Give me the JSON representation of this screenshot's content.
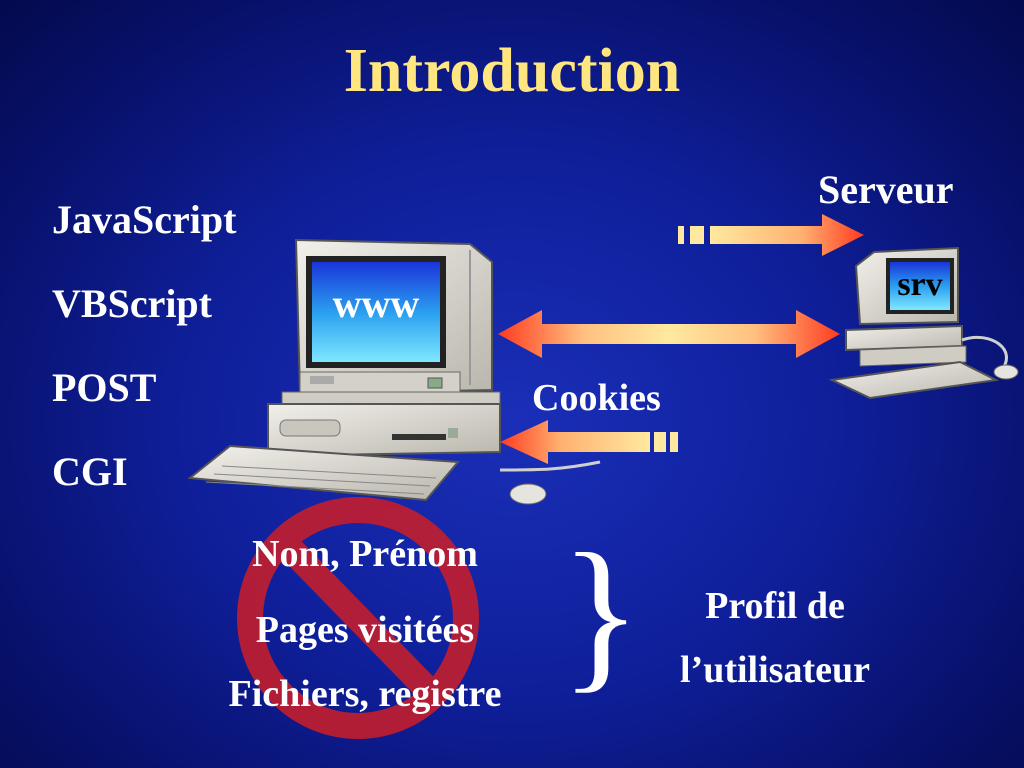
{
  "slide": {
    "title": "Introduction",
    "technologies": [
      "JavaScript",
      "VBScript",
      "POST",
      "CGI"
    ],
    "server_label": "Serveur",
    "server_screen_text": "srv",
    "client_screen_text": "www",
    "cookies_label": "Cookies",
    "data_items": [
      "Nom, Prénom",
      "Pages visitées",
      "Fichiers, registre"
    ],
    "profile_line1": "Profil de",
    "profile_line2": "l’utilisateur",
    "brace": "}"
  },
  "colors": {
    "title": "#ffe680",
    "text": "#ffffff",
    "prohibition": "#cc1f2b",
    "arrow_start": "#ffe9a0",
    "arrow_end": "#ff3b1f"
  },
  "icons": {
    "client": "desktop-computer-icon",
    "server": "desktop-computer-icon",
    "prohibition": "no-sign-icon"
  }
}
